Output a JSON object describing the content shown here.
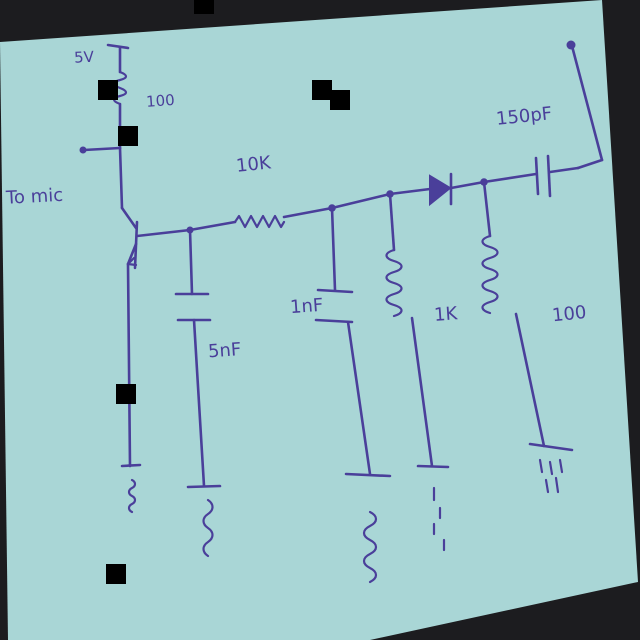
{
  "labels": {
    "supply": "5V",
    "r_top": "100",
    "r_10k": "10K",
    "to_mic": "To mic",
    "c_150pf": "150pF",
    "c_1nf": "1nF",
    "c_5nf": "5nF",
    "r_1k": "1K",
    "r_100": "100"
  },
  "colors": {
    "paper": "#a9d6d6",
    "ink": "#4a3f9a",
    "background": "#1c1c1f"
  }
}
